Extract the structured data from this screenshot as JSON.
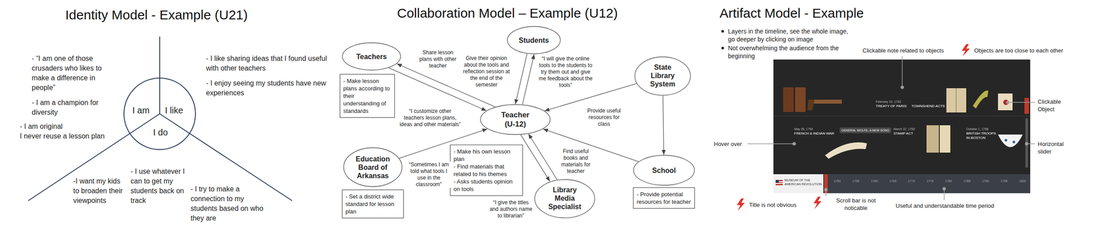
{
  "diagram": {
    "nodes": [
      {
        "text": [
          "I am",
          "I like",
          "I do"
        ]
      },
      {
        "text": [
          "Teachers"
        ]
      },
      {
        "text": [
          "- Make lesson plans according to their understanding of standards"
        ]
      },
      {
        "text": [
          "Students"
        ]
      },
      {
        "text": [
          "State Library System"
        ]
      },
      {
        "text": [
          "Teacher (U-12)"
        ]
      },
      {
        "text": [
          "- Make his own lesson plan",
          "- Find materials that related to his themes",
          "- Asks students opinion on tools"
        ]
      },
      {
        "text": [
          "Education Board of Arkansas"
        ]
      },
      {
        "text": [
          "- Set a district wide standard for lesson plan"
        ]
      },
      {
        "text": [
          "School"
        ]
      },
      {
        "text": [
          "- Provide potential resources for teacher"
        ]
      },
      {
        "text": [
          "Library Media Specialist"
        ]
      },
      {
        "text": [
          "GENERAL WOLFE, A NEW SONG"
        ]
      }
    ],
    "edges": [
      {
        "from": 5,
        "to": 1,
        "label": "Share lesson plans with other teacher",
        "arrow": "to"
      },
      {
        "from": 1,
        "to": 5,
        "label": "“I customize other teachers lesson plans, ideas and other materials”",
        "arrow": "to"
      },
      {
        "from": 3,
        "to": 5,
        "label": "Give their opinion about the tools and reflection session at the end of the semester",
        "arrow": "to"
      },
      {
        "from": 5,
        "to": 3,
        "label": "“I will give the online tools to the students to try them out and give me feedback about the tools”",
        "arrow": "to"
      },
      {
        "from": 4,
        "to": 5,
        "label": "Provide useful resources for class",
        "arrow": "to"
      },
      {
        "from": 4,
        "to": 9,
        "arrow": "to"
      },
      {
        "from": 9,
        "to": 5,
        "arrow": "to"
      },
      {
        "from": 7,
        "to": 5,
        "label": "“Sometimes I am told what tools I use in the classroom”",
        "arrow": "to"
      },
      {
        "from": 11,
        "to": 5,
        "label": "Find useful books and materials for teacher",
        "arrow": "to"
      },
      {
        "from": 5,
        "to": 11,
        "label": "“I give the titles and authors name to librarian”",
        "arrow": "to"
      }
    ],
    "labels": [
      "Identity Model - Example (U21)",
      "- “I am one of those crusaders who likes to make a difference in people”",
      "- I am a champion for diversity",
      "- I am original",
      "I never reuse a lesson plan",
      "- I like sharing ideas that I found useful with other teachers",
      "- I enjoy seeing my students have new experiences",
      "-I want my kids to broaden their viewpoints",
      "- I use whatever I can to get my students back on track",
      "- I try to make a connection to my students based on who they are",
      "Collaboration Model – Example (U12)",
      "Artifact Model - Example",
      "Layers in the timeline, see the whole image, go deeper by clicking on image",
      "Not overwhelming the audience from the beginning",
      "Clickable note related to objects",
      "Objects are too close to each other",
      "Clickable Object",
      "Hover over",
      "Horizontal slider",
      "February 10, 1763",
      "TREATY OF PARIS",
      "TOWNSHEND ACTS",
      "May 28, 1754",
      "FRENCH & INDIAN WAR",
      "March 22, 1765",
      "STAMP ACT",
      "October 1, 1768",
      "BRITISH TROOPS IN BOSTON",
      "MUSEUM OF THE AMERICAN REVOLUTION",
      "1750",
      "1755",
      "1760",
      "1765",
      "1770",
      "1775",
      "1780",
      "1785",
      "1790",
      "1795",
      "1800",
      "Title is not obvious",
      "Scroll bar is not noticable",
      "Useful and understandable time period"
    ]
  }
}
